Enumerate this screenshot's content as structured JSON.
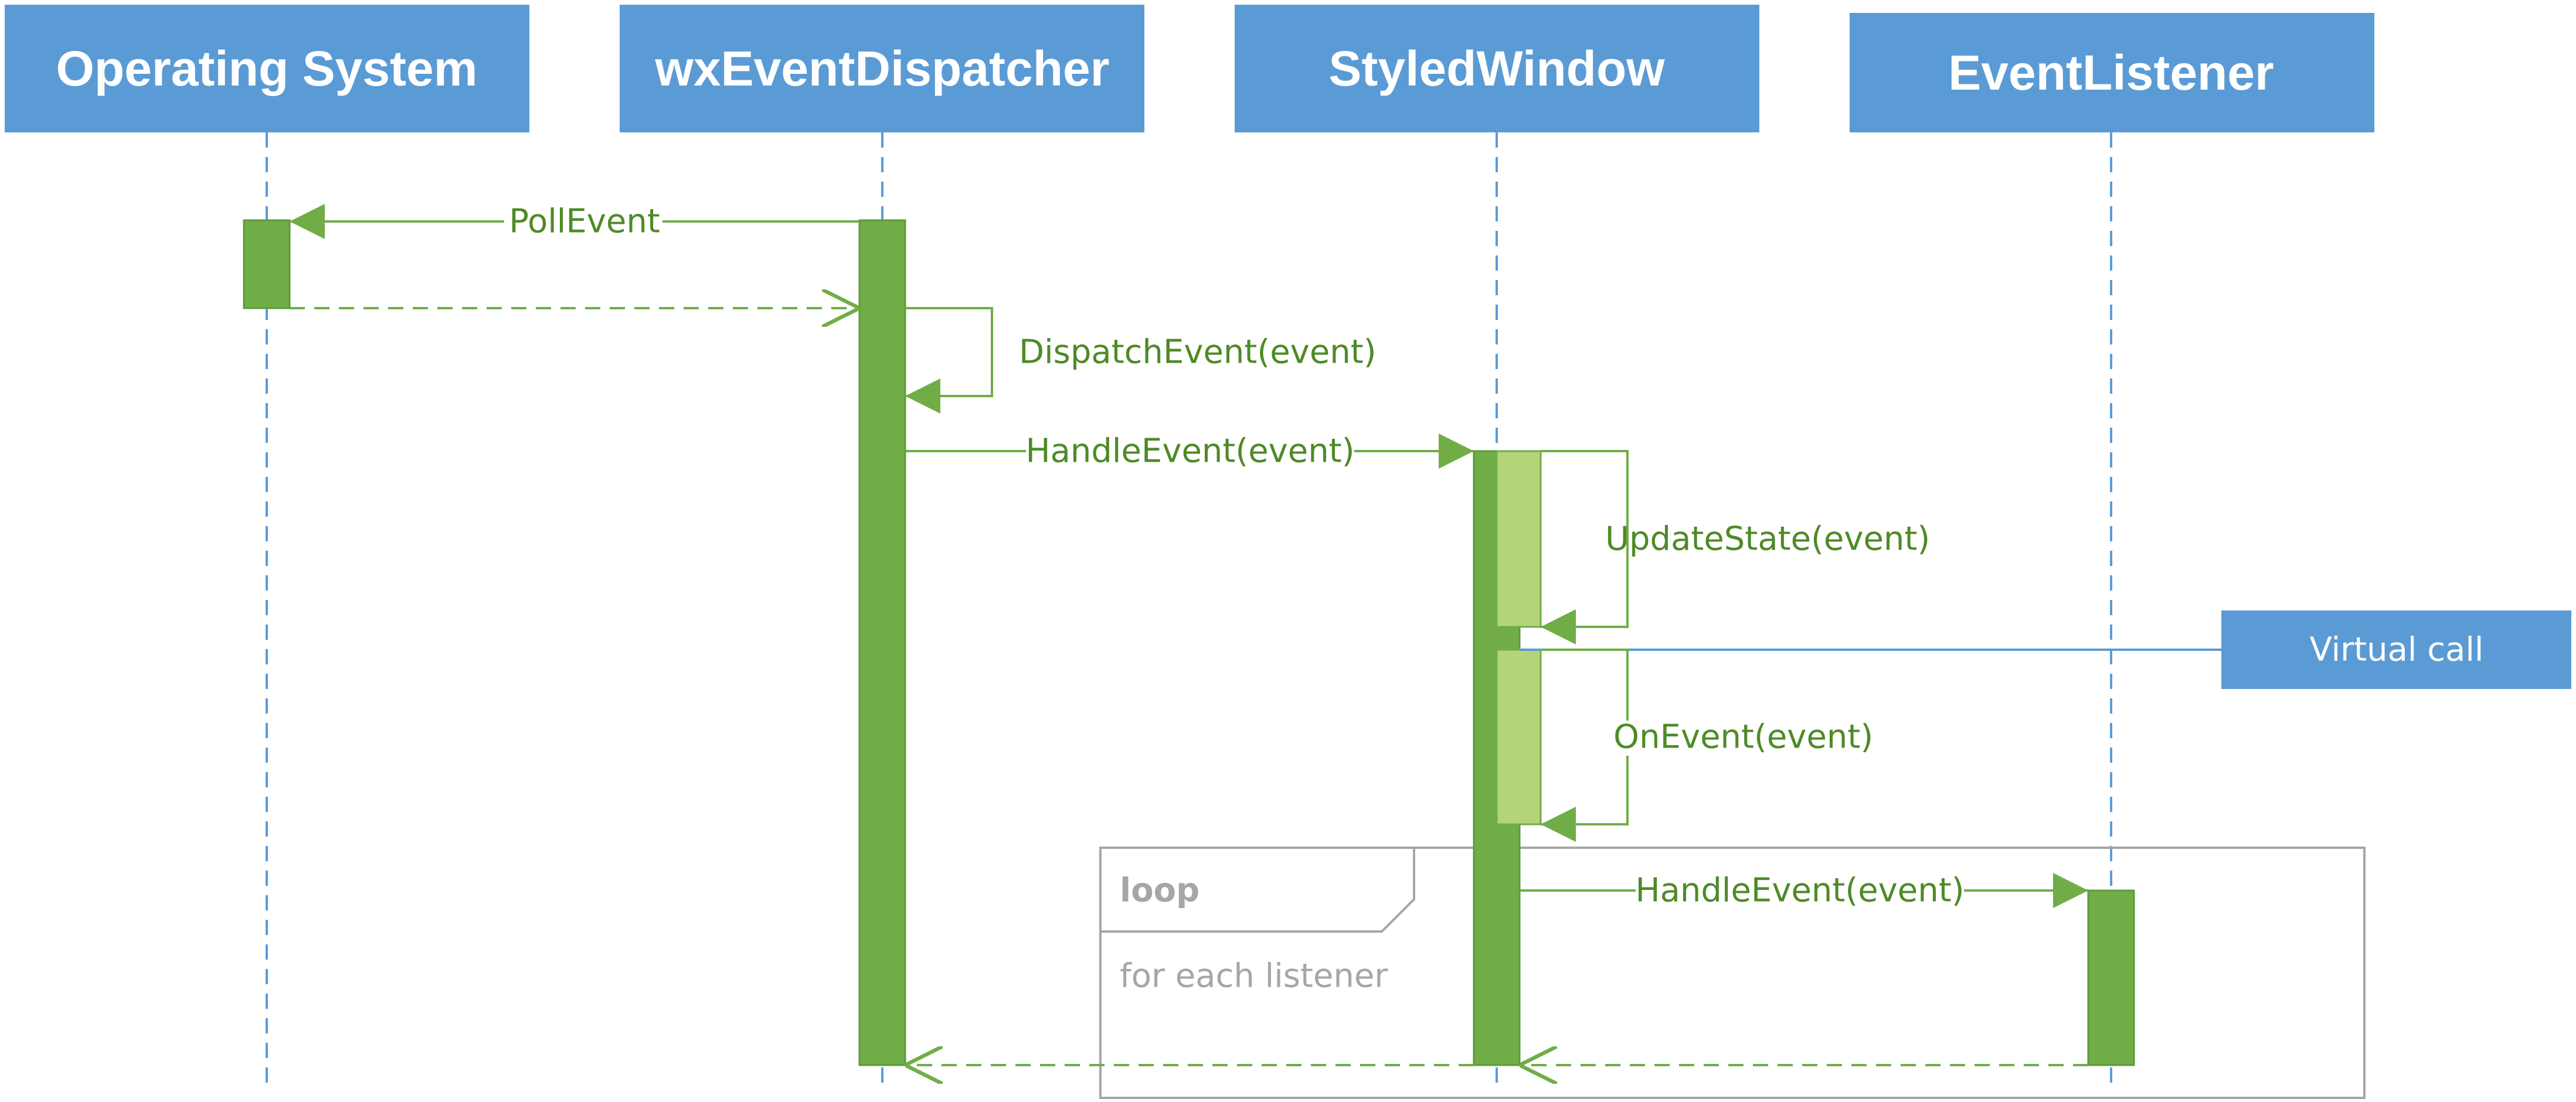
{
  "actors": [
    {
      "id": "os",
      "label": "Operating System"
    },
    {
      "id": "dispatcher",
      "label": "wxEventDispatcher"
    },
    {
      "id": "window",
      "label": "StyledWindow"
    },
    {
      "id": "listener",
      "label": "EventListener"
    }
  ],
  "messages": {
    "poll_event": "PollEvent",
    "dispatch_event": "DispatchEvent(event)",
    "handle_event_window": "HandleEvent(event)",
    "update_state": "UpdateState(event)",
    "on_event": "OnEvent(event)",
    "handle_event_listener": "HandleEvent(event)"
  },
  "loop": {
    "tag": "loop",
    "guard": "for each listener"
  },
  "note": {
    "label": "Virtual call"
  },
  "colors": {
    "actor_fill": "#5b9bd5",
    "activation": "#70ad47",
    "activation_light": "#b5d47a",
    "message": "#70ad47",
    "message_text": "#4e8a26",
    "lifeline": "#5b9bd5",
    "frame": "#a6a6a6"
  }
}
